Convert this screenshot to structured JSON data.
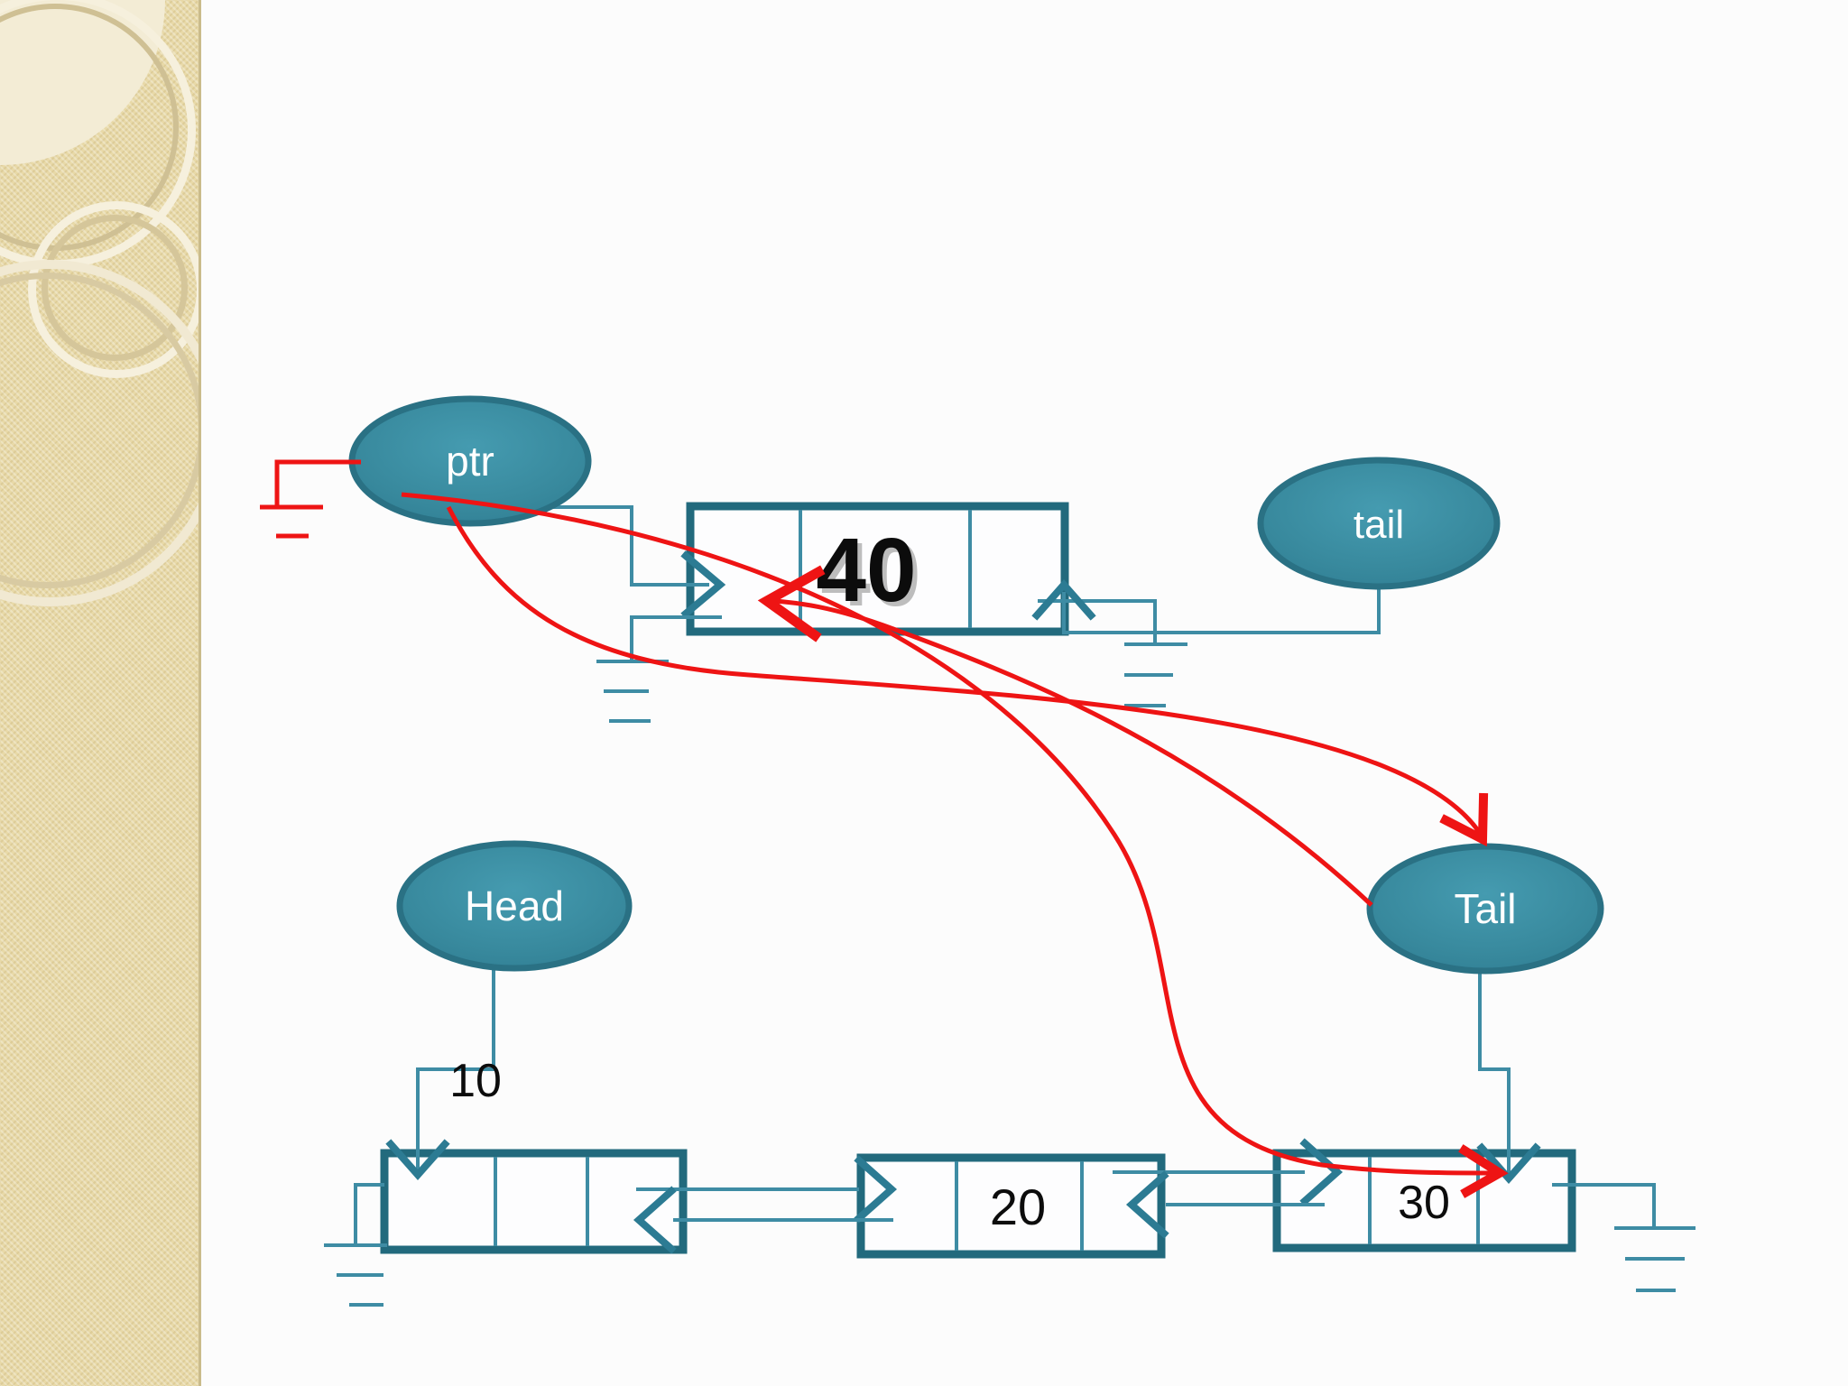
{
  "colors": {
    "bg": "#fcfcfc",
    "teal_fill": "#38899d",
    "teal_stroke": "#2a7184",
    "teal_line": "#3e8ca4",
    "teal_arrow": "#2c7b93",
    "box_border": "#226a7d",
    "red": "#ee1414",
    "ink": "#0c0c0c",
    "sidebar_base": "#e8d9a8",
    "sidebar_light": "#f3ecd5"
  },
  "ellipse_labels": {
    "ptr": "ptr",
    "tail_var": "tail",
    "head_var": "Head",
    "tail_cap_var": "Tail"
  },
  "node_values": {
    "new_node": "40",
    "node1": "",
    "node1_floating": "10",
    "node2": "20",
    "node3": "30"
  },
  "diagram": {
    "kind": "doubly linked list — inserting node at tail",
    "pointer_variables": [
      "ptr",
      "tail",
      "Head",
      "Tail"
    ],
    "list_values_in_order": [
      "10",
      "20",
      "30"
    ],
    "new_node_value": "40"
  }
}
